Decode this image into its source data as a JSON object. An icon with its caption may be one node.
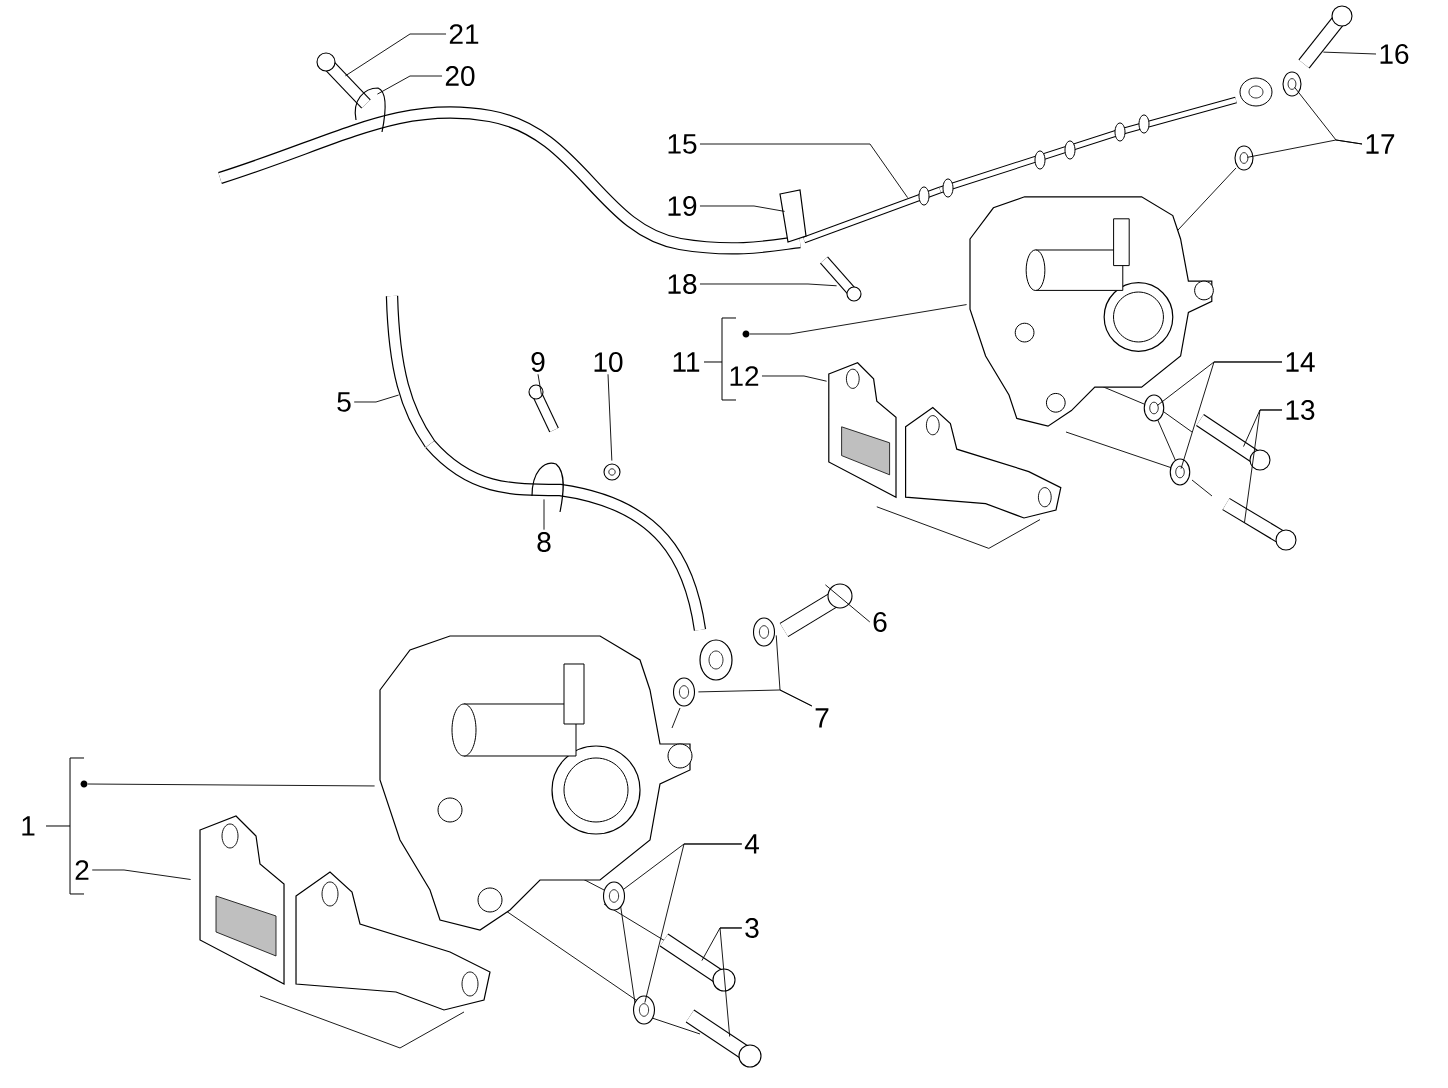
{
  "diagram": {
    "nodes": [
      {
        "text": [
          "21"
        ]
      },
      {
        "text": [
          "20"
        ]
      },
      {
        "text": [
          "16"
        ]
      },
      {
        "text": [
          "15"
        ]
      },
      {
        "text": [
          "17"
        ]
      },
      {
        "text": [
          "19"
        ]
      },
      {
        "text": [
          "18"
        ]
      },
      {
        "text": [
          "11"
        ]
      },
      {
        "text": [],
        "shape": "circle"
      },
      {
        "text": [
          "12"
        ]
      },
      {
        "text": [
          "14"
        ]
      },
      {
        "text": [
          "13"
        ]
      },
      {
        "text": [
          "9"
        ]
      },
      {
        "text": [
          "10"
        ]
      },
      {
        "text": [
          "5"
        ]
      },
      {
        "text": [
          "8"
        ]
      },
      {
        "text": [
          "6"
        ]
      },
      {
        "text": [
          "7"
        ]
      },
      {
        "text": [
          "1"
        ]
      },
      {
        "text": [],
        "shape": "circle"
      },
      {
        "text": [
          "2"
        ]
      },
      {
        "text": [
          "4"
        ]
      },
      {
        "text": [
          "3"
        ]
      },
      {
        "text": [],
        "shape": "picture"
      },
      {
        "text": [],
        "shape": "picture"
      },
      {
        "text": [],
        "shape": "picture"
      },
      {
        "text": [],
        "shape": "picture"
      },
      {
        "text": [],
        "shape": "picture"
      },
      {
        "text": [],
        "shape": "picture"
      },
      {
        "text": [],
        "shape": "picture"
      },
      {
        "text": [],
        "shape": "picture"
      },
      {
        "text": [],
        "shape": "picture"
      },
      {
        "text": [],
        "shape": "picture"
      },
      {
        "text": [],
        "shape": "picture"
      },
      {
        "text": [],
        "shape": "picture"
      },
      {
        "text": [],
        "shape": "picture"
      },
      {
        "text": [],
        "shape": "picture"
      },
      {
        "text": [],
        "shape": "picture"
      },
      {
        "text": [],
        "shape": "picture"
      },
      {
        "text": [],
        "shape": "picture"
      },
      {
        "text": [],
        "shape": "picture"
      },
      {
        "text": [],
        "shape": "picture"
      },
      {
        "text": [],
        "shape": "picture"
      },
      {
        "text": [],
        "shape": "picture"
      },
      {
        "text": [],
        "shape": "picture"
      },
      {
        "text": [],
        "shape": "picture"
      },
      {
        "text": [],
        "shape": "picture"
      },
      {
        "text": [],
        "shape": "picture"
      },
      {
        "text": [],
        "shape": "picture"
      },
      {
        "text": [],
        "shape": "picture"
      }
    ],
    "edges": [
      {
        "from": 0,
        "to": 23,
        "arrow": "none"
      },
      {
        "from": 1,
        "to": 24,
        "arrow": "none"
      },
      {
        "from": 2,
        "to": 25,
        "arrow": "none"
      },
      {
        "from": 3,
        "to": 26,
        "arrow": "none"
      },
      {
        "from": 4,
        "to": 27,
        "arrow": "none"
      },
      {
        "from": 4,
        "to": 28,
        "arrow": "none"
      },
      {
        "from": 5,
        "to": 29,
        "arrow": "none"
      },
      {
        "from": 6,
        "to": 30,
        "arrow": "none"
      },
      {
        "from": 8,
        "to": 31,
        "arrow": "none"
      },
      {
        "from": 9,
        "to": 32,
        "arrow": "none"
      },
      {
        "from": 10,
        "to": 33,
        "arrow": "none"
      },
      {
        "from": 10,
        "to": 34,
        "arrow": "none"
      },
      {
        "from": 11,
        "to": 35,
        "arrow": "none"
      },
      {
        "from": 11,
        "to": 36,
        "arrow": "none"
      },
      {
        "from": 12,
        "to": 37,
        "arrow": "none"
      },
      {
        "from": 13,
        "to": 38,
        "arrow": "none"
      },
      {
        "from": 14,
        "to": 39,
        "arrow": "none"
      },
      {
        "from": 15,
        "to": 40,
        "arrow": "none"
      },
      {
        "from": 16,
        "to": 41,
        "arrow": "none"
      },
      {
        "from": 17,
        "to": 42,
        "arrow": "none"
      },
      {
        "from": 17,
        "to": 43,
        "arrow": "none"
      },
      {
        "from": 19,
        "to": 44,
        "arrow": "none"
      },
      {
        "from": 20,
        "to": 45,
        "arrow": "none"
      },
      {
        "from": 21,
        "to": 46,
        "arrow": "none"
      },
      {
        "from": 21,
        "to": 47,
        "arrow": "none"
      },
      {
        "from": 22,
        "to": 48,
        "arrow": "none"
      },
      {
        "from": 22,
        "to": 49,
        "arrow": "none"
      }
    ]
  }
}
